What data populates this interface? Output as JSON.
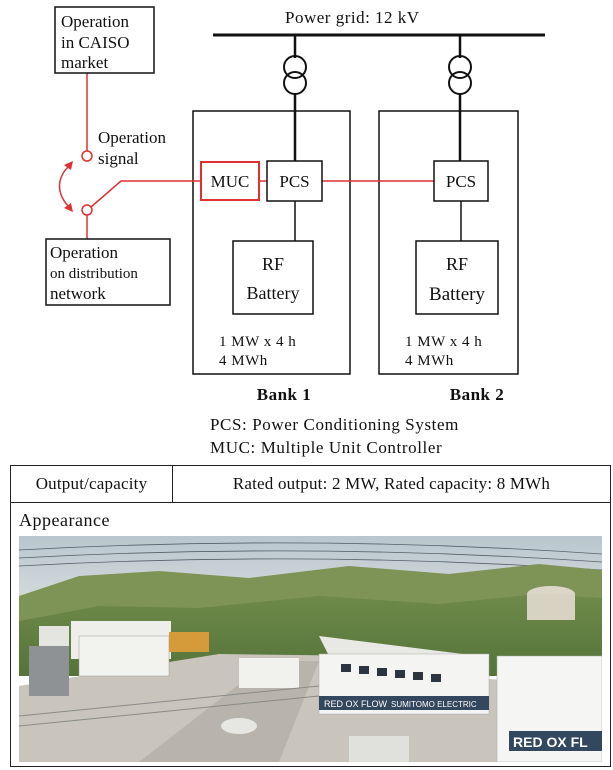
{
  "diagram": {
    "grid_label": "Power grid: 12 kV",
    "caiso_box": [
      "Operation",
      "in CAISO",
      "market"
    ],
    "signal_label": [
      "Operation",
      "signal"
    ],
    "distribution_box": [
      "Operation",
      "on distribution",
      "network"
    ],
    "muc_label": "MUC",
    "pcs_label": "PCS",
    "bank1": {
      "battery": [
        "RF",
        "Battery"
      ],
      "spec": [
        "1 MW x 4 h",
        "4 MWh"
      ],
      "label": "Bank 1"
    },
    "bank2": {
      "battery": [
        "RF",
        "Battery"
      ],
      "spec": [
        "1 MW x 4 h",
        "4 MWh"
      ],
      "label": "Bank 2"
    },
    "legend": [
      "PCS: Power Conditioning System",
      "MUC: Multiple Unit Controller"
    ],
    "colors": {
      "signal_line": "#e03030",
      "line": "#111111"
    }
  },
  "table": {
    "output_label": "Output/capacity",
    "output_value": "Rated output: 2 MW, Rated capacity: 8 MWh",
    "appearance_label": "Appearance",
    "photo_signage": [
      "RED OX FLOW",
      "SUMITOMO ELECTRIC",
      "RED OX FL"
    ]
  }
}
